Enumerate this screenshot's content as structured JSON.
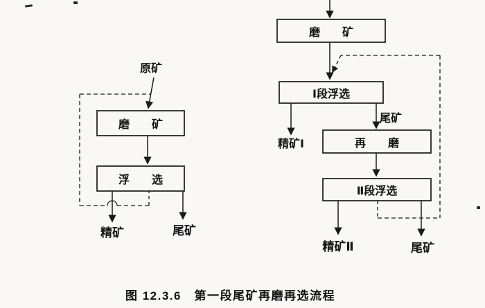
{
  "figure": {
    "caption": "图 12.3.6　第一段尾矿再磨再选流程"
  },
  "left_flow": {
    "input_label": "原矿",
    "grinding_box": "磨　　矿",
    "flotation_box": "浮　　选",
    "concentrate_label": "精矿",
    "tailings_label": "尾矿"
  },
  "right_flow": {
    "grinding_box": "磨　　矿",
    "stage1_flotation_box": "Ⅰ段浮选",
    "concentrate1_label": "精矿Ⅰ",
    "tailings_mid_label": "尾矿",
    "regrind_box": "再　　磨",
    "stage2_flotation_box": "Ⅱ段浮选",
    "concentrate2_label": "精矿Ⅱ",
    "tailings_final_label": "尾矿"
  },
  "colors": {
    "ink": "#1a1a1a",
    "paper": "#f9f8f4"
  }
}
